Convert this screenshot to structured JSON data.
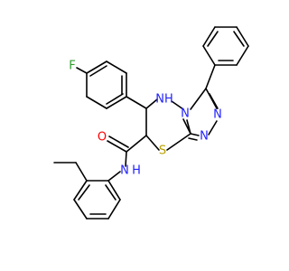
{
  "colors": {
    "carbon": "#000000",
    "nitrogen": "#2222ff",
    "sulfur": "#b8a000",
    "fluorine": "#2e9e2e",
    "oxygen": "#ff0000",
    "background": "#ffffff"
  },
  "atoms": {
    "fluorine": "F",
    "nh_ring": "NH",
    "n_ring_top": "N",
    "n_triazole_a": "N",
    "n_triazole_b": "N",
    "sulfur": "S",
    "oxygen": "O",
    "amide_n": "N",
    "amide_h": "H"
  }
}
